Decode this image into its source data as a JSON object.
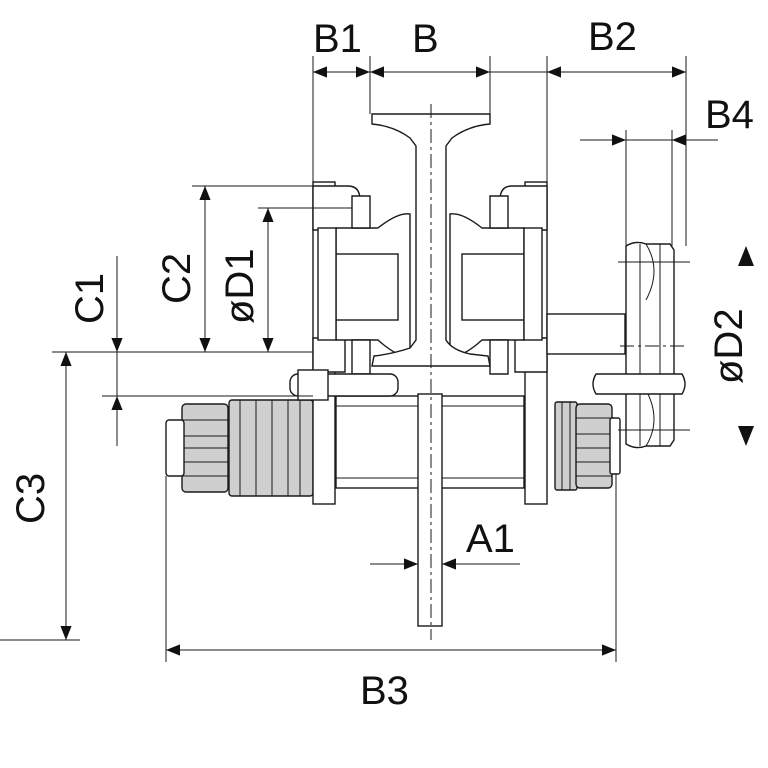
{
  "diagram": {
    "dimensions": {
      "B1": "B1",
      "B": "B",
      "B2": "B2",
      "B4": "B4",
      "C1": "C1",
      "C2": "C2",
      "D1": "øD1",
      "D2": "øD2",
      "C3": "C3",
      "A1": "A1",
      "B3": "B3"
    },
    "colors": {
      "line": "#1a1a1a",
      "fill_gray": "#cfcfcf",
      "background": "#ffffff"
    }
  }
}
